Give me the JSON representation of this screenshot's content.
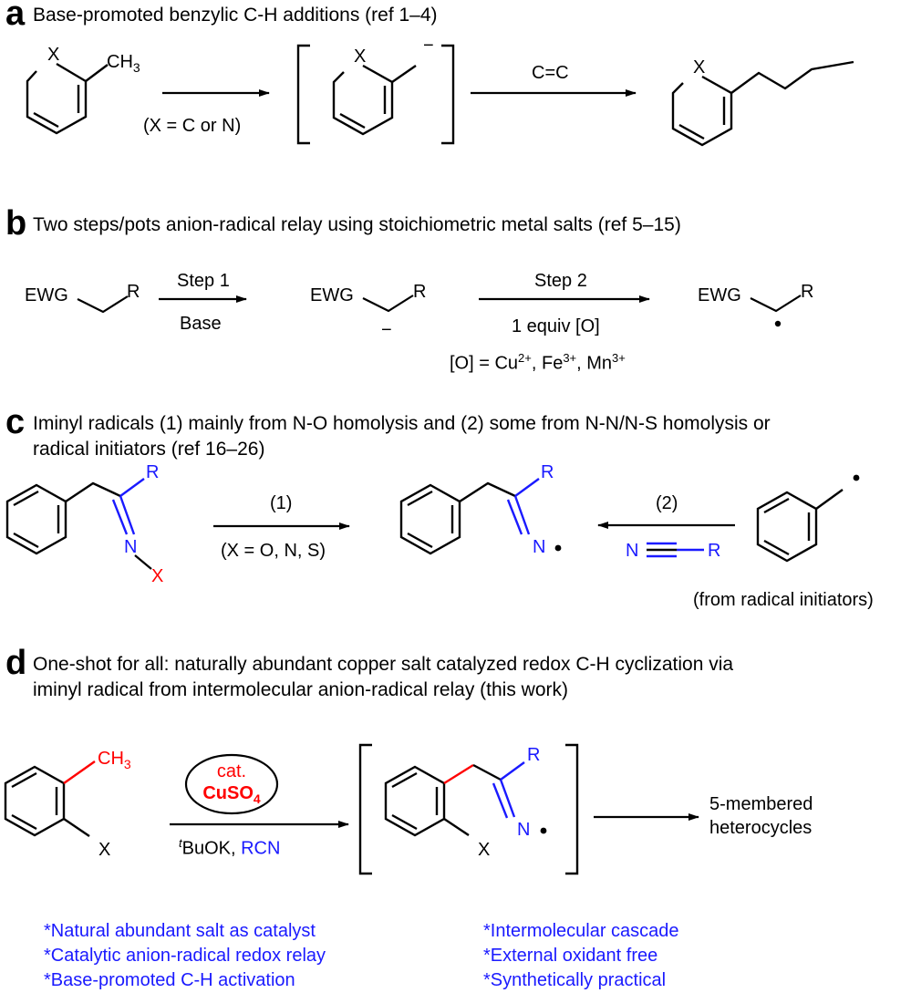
{
  "panel_a": {
    "letter": "a",
    "heading": "Base-promoted benzylic C-H additions (ref 1–4)",
    "x_atom": "X",
    "ch3": "CH",
    "ch3_sub": "3",
    "charge": "−",
    "arrow1_label": "(X = C or N)",
    "arrow2_label": "C=C"
  },
  "panel_b": {
    "letter": "b",
    "heading": "Two steps/pots anion-radical relay using stoichiometric metal salts (ref 5–15)",
    "ewg": "EWG",
    "r": "R",
    "step1": "Step 1",
    "base": "Base",
    "step2": "Step 2",
    "equiv": "1 equiv [O]",
    "charge": "−",
    "oxidants_prefix": "[O]  = Cu",
    "cu_sup": "2+",
    "fe": ", Fe",
    "fe_sup": "3+",
    "mn": ", Mn",
    "mn_sup": "3+"
  },
  "panel_c": {
    "letter": "c",
    "heading_line1": "Iminyl radicals (1) mainly from N-O homolysis and (2) some from N-N/N-S homolysis or",
    "heading_line2": "radical initiators (ref 16–26)",
    "r": "R",
    "n": "N",
    "x": "X",
    "arrow1_top": "(1)",
    "arrow1_bottom": "(X = O, N, S)",
    "arrow2_top": "(2)",
    "nitrile_n": "N",
    "nitrile_r": "R",
    "initiator_note": "(from radical initiators)"
  },
  "panel_d": {
    "letter": "d",
    "heading_line1": "One-shot for all: naturally abundant copper salt catalyzed redox C-H cyclization via",
    "heading_line2": "iminyl radical from intermolecular anion-radical relay (this work)",
    "ch3": "CH",
    "ch3_sub": "3",
    "x": "X",
    "cat": "cat.",
    "cuso": "CuSO",
    "cuso_sub": "4",
    "t_sup": "t",
    "buok": "BuOK, ",
    "rcn": "RCN",
    "r": "R",
    "n": "N",
    "product_line1": "5-membered",
    "product_line2": "heterocycles",
    "features_left": [
      "*Natural abundant salt as catalyst",
      "*Catalytic anion-radical redox relay",
      "*Base-promoted C-H activation"
    ],
    "features_right": [
      "*Intermolecular cascade",
      "*External oxidant free",
      "*Synthetically practical"
    ]
  },
  "colors": {
    "blue": "#1a1aff",
    "red": "#ff0000",
    "black": "#000000"
  }
}
